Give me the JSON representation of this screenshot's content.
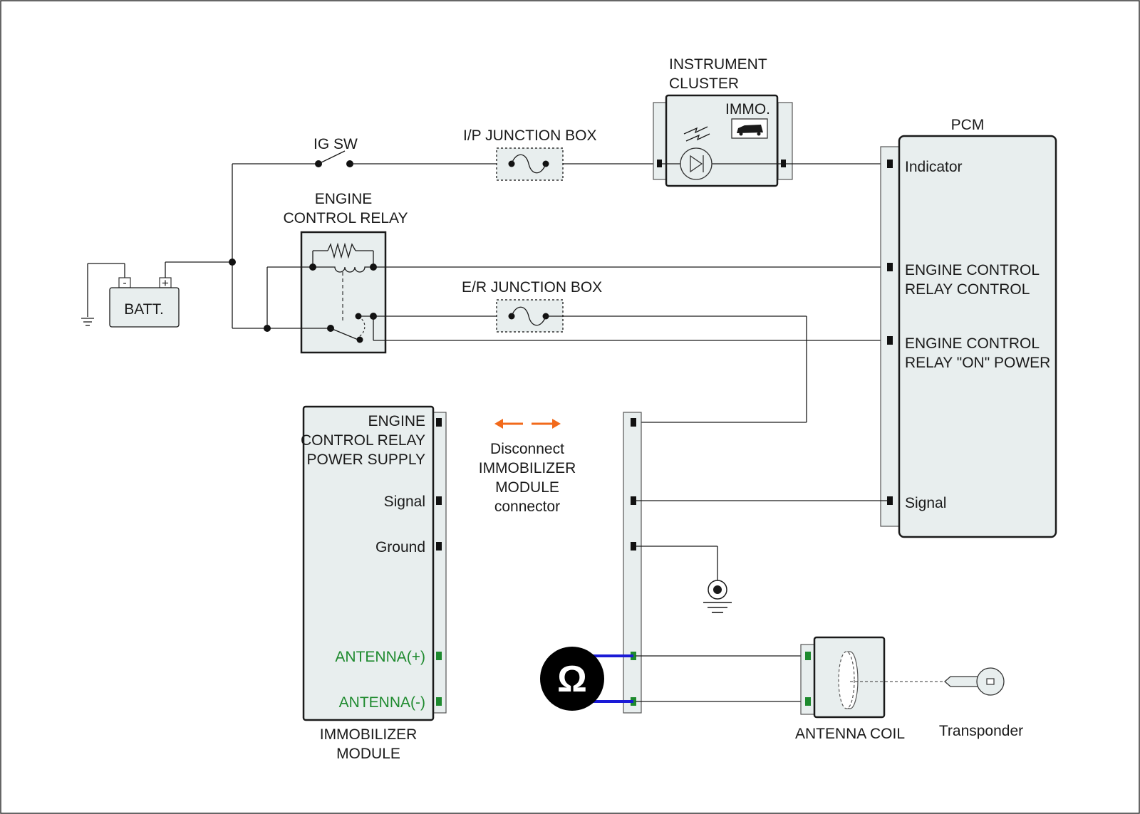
{
  "components": {
    "battery": "BATT.",
    "ig_switch": "IG SW",
    "ip_junction_box": "I/P JUNCTION BOX",
    "er_junction_box": "E/R JUNCTION BOX",
    "instrument_cluster": [
      "INSTRUMENT",
      "CLUSTER"
    ],
    "immo_label": "IMMO.",
    "engine_control_relay": [
      "ENGINE",
      "CONTROL RELAY"
    ],
    "pcm": "PCM",
    "immobilizer_module": [
      "IMMOBILIZER",
      "MODULE"
    ],
    "antenna_coil": "ANTENNA COIL",
    "transponder": "Transponder"
  },
  "pcm_pins": {
    "indicator": "Indicator",
    "relay_control": [
      "ENGINE CONTROL",
      "RELAY CONTROL"
    ],
    "relay_on_power": [
      "ENGINE CONTROL",
      "RELAY \"ON\" POWER"
    ],
    "signal": "Signal"
  },
  "immobilizer_pins": {
    "power_supply": [
      "ENGINE",
      "CONTROL RELAY",
      "POWER SUPPLY"
    ],
    "signal": "Signal",
    "ground": "Ground",
    "antenna_plus": "ANTENNA(+)",
    "antenna_minus": "ANTENNA(-)"
  },
  "instruction": [
    "Disconnect",
    "IMMOBILIZER",
    "MODULE",
    "connector"
  ],
  "meter_symbol": "Ω",
  "battery_terminals": {
    "negative": "-",
    "positive": "+"
  },
  "colors": {
    "highlight_pin": "#1e8a2e",
    "meter_lead": "#1a1ad6",
    "disconnect_arrow": "#f26a1b",
    "component_fill": "#e8eeee"
  }
}
